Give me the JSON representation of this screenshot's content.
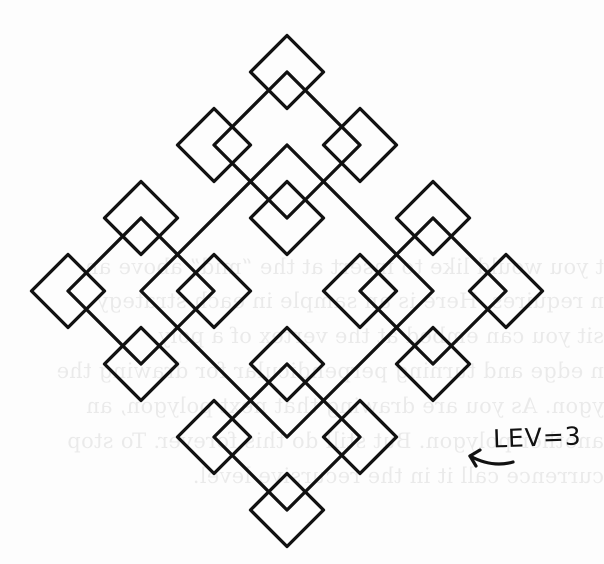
{
  "drawing": {
    "level_label": "LEV=3"
  },
  "bleed_through": {
    "lines": [
      "t you would like to insert at the “mid” above an",
      "n requires. Here is an sample in each strategy",
      "sit you can embed at the vertex of a poly",
      "n edge and turning perpendicular for drawing the",
      "ygon. As you are drawing that next polygon, an",
      "another polygon. But still do this forever. To stop",
      "currence call it in the recursive level."
    ]
  }
}
